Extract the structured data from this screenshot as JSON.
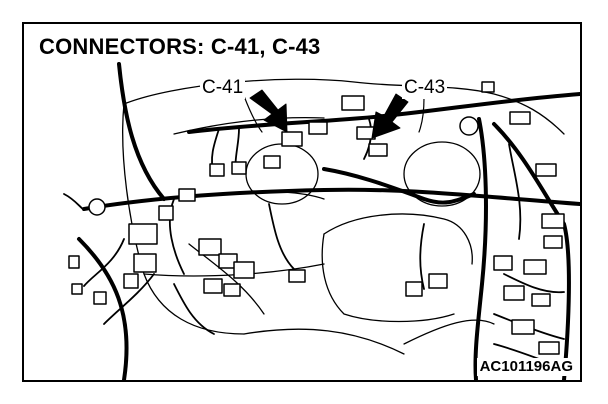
{
  "title": "CONNECTORS: C-41, C-43",
  "callouts": {
    "left": "C-41",
    "right": "C-43"
  },
  "figure_code": "AC101196AG"
}
